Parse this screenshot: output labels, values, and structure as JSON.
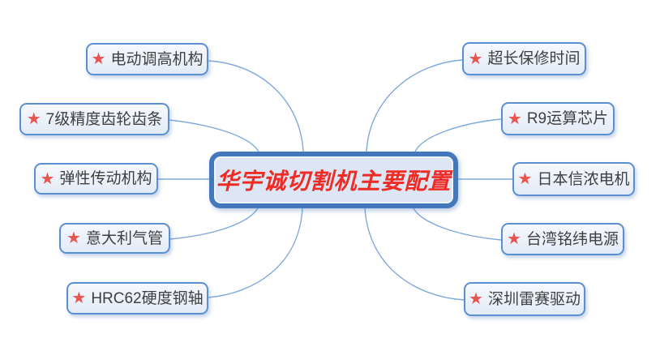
{
  "central": {
    "label": "华宇诚切割机主要配置"
  },
  "star_glyph": "★",
  "left_items": [
    {
      "label": "电动调高机构"
    },
    {
      "label": "7级精度齿轮齿条"
    },
    {
      "label": "弹性传动机构"
    },
    {
      "label": "意大利气管"
    },
    {
      "label": "HRC62硬度钢轴"
    }
  ],
  "right_items": [
    {
      "label": "超长保修时间"
    },
    {
      "label": "R9运算芯片"
    },
    {
      "label": "日本信浓电机"
    },
    {
      "label": "台湾铭纬电源"
    },
    {
      "label": "深圳雷赛驱动"
    }
  ],
  "colors": {
    "node_border": "#5b8fd3",
    "central_border": "#4478bd",
    "central_fill": "#dce6f4",
    "connector": "#7fa8dd",
    "star": "#e8544f",
    "label_text": "#3f3f3f",
    "central_text": "#ee2b24"
  }
}
